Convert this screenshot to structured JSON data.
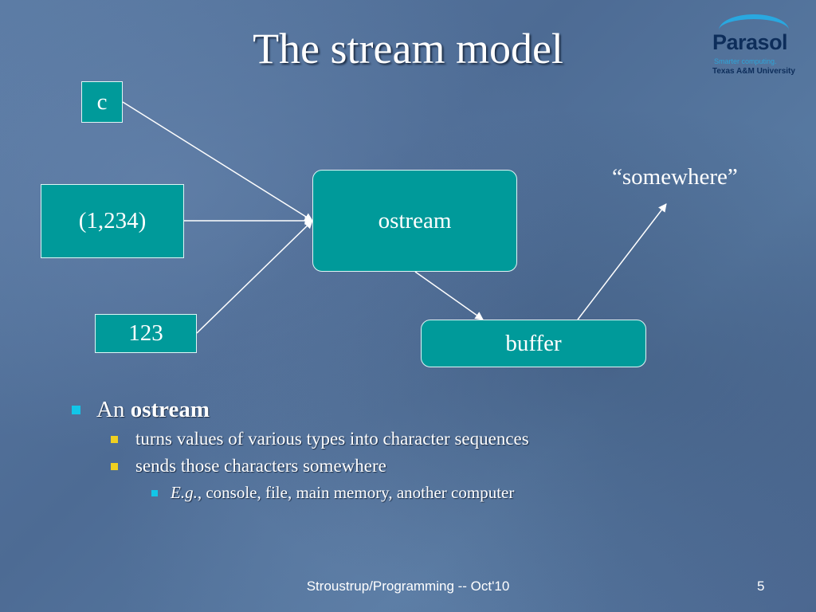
{
  "slide": {
    "title": "The stream model",
    "logo": {
      "name": "Parasol",
      "tagline": "Smarter computing.",
      "institution": "Texas A&M University"
    }
  },
  "diagram": {
    "nodes": {
      "c": "c",
      "pair": "(1,234)",
      "num": "123",
      "ostream": "ostream",
      "buffer": "buffer"
    },
    "destination": "“somewhere”"
  },
  "bullets": {
    "main_prefix": "An ",
    "main_bold": "ostream",
    "sub1": "turns values of various types into character sequences",
    "sub2": "sends those characters somewhere",
    "sub3_italic": "E.g.",
    "sub3_rest": ", console, file, main memory, another computer"
  },
  "footer": {
    "text": "Stroustrup/Programming -- Oct'10",
    "page": "5"
  }
}
